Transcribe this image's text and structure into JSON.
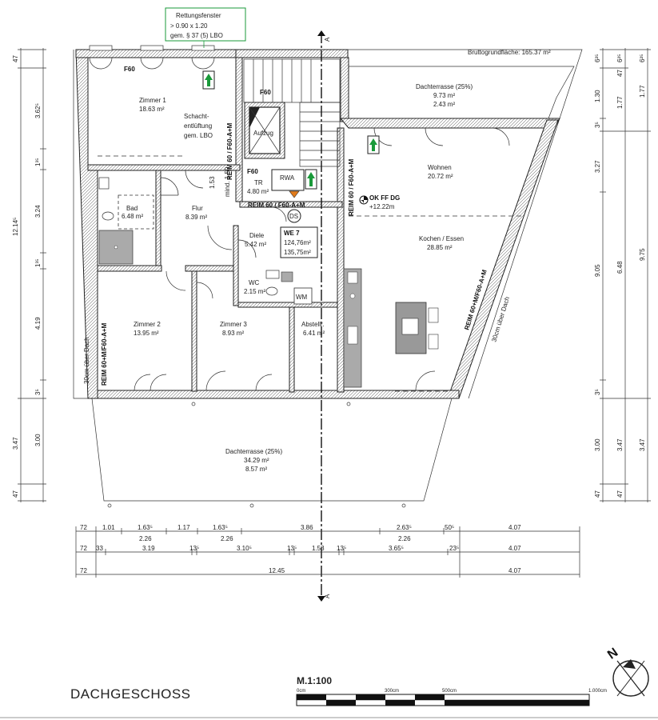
{
  "title": "DACHGESCHOSS",
  "scale": {
    "label": "M.1:100",
    "ticks": [
      "0cm",
      "300cm",
      "500cm",
      "1.000cm"
    ]
  },
  "north": "N",
  "gross_area": "Bruttogrundfläche: 165.37 m²",
  "rescue_window": [
    "Rettungsfenster",
    "> 0.90 x 1.20",
    "gem. § 37 (5) LBO"
  ],
  "unit": {
    "name": "WE 7",
    "area1": "124,76m²",
    "area2": "135,75m²"
  },
  "level": {
    "label": "OK FF DG",
    "value": "+12.22m"
  },
  "section_marker": "A",
  "rooms": [
    {
      "name": "Zimmer 1",
      "area": "18.63 m²"
    },
    {
      "name": "Bad",
      "area": "6.48 m²"
    },
    {
      "name": "Flur",
      "area": "8.39 m²"
    },
    {
      "name": "Diele",
      "area": "5.42 m²"
    },
    {
      "name": "WC",
      "area": "2.15 m²"
    },
    {
      "name": "TR",
      "area": "4.80 m²"
    },
    {
      "name": "Zimmer 2",
      "area": "13.95 m²"
    },
    {
      "name": "Zimmer 3",
      "area": "8.93 m²"
    },
    {
      "name": "Abstellr.",
      "area": "6.41 m²"
    },
    {
      "name": "Wohnen",
      "area": "20.72 m²"
    },
    {
      "name": "Kochen / Essen",
      "area": "28.85 m²"
    }
  ],
  "terraces": [
    {
      "name": "Dachterrasse (25%)",
      "area": "9.73 m²",
      "share": "2.43 m²"
    },
    {
      "name": "Dachterrasse (25%)",
      "area": "34.29 m²",
      "share": "8.57 m²"
    }
  ],
  "labels": {
    "shaft": [
      "Schacht-",
      "entlüftung",
      "gem. LBO"
    ],
    "lift": "Aufzug",
    "rwa": "RWA",
    "ds": "DS",
    "wm": "WM",
    "f60": "F60",
    "mind": "mind. 1.50",
    "w153": "1.53",
    "reim_top": "REIM 60 / F60-A+M",
    "reim_west": "REIM 60+M/F60-A+M",
    "reim_east": "REIM 60+M/F60-A+M",
    "reim_h": "REIM 60 / F60-A+M",
    "reim_mid": "REIM 60 / F60-A+M",
    "roof_w": "30cm über Dach",
    "roof_e": "30cm über Dach"
  },
  "dims_left": {
    "outer": [
      "47",
      "12.14⁵",
      "3.47",
      "47"
    ],
    "inner": [
      "3.62⁵",
      "1³⁵",
      "3.24",
      "1³⁵",
      "4.19",
      "3⁵",
      "3.00"
    ]
  },
  "dims_right": {
    "col1": [
      "6²⁵",
      "1.30",
      "3⁵",
      "3.27",
      "9.05",
      "3⁵",
      "3.00",
      "47"
    ],
    "col2": [
      "6²⁵",
      "47",
      "1.77",
      "6.48",
      "3.47",
      "47"
    ],
    "col3": [
      "6²⁵",
      "1.77",
      "9.75",
      "3.47"
    ]
  },
  "dims_bottom": {
    "row1": [
      "72",
      "1.01",
      "1.63⁵",
      "1.17",
      "1.63⁵",
      "3.86",
      "2.63⁵",
      "50⁵",
      "4.07"
    ],
    "row1b": [
      "2.26",
      "2.26",
      "2.26"
    ],
    "row2": [
      "72",
      "33",
      "3.19",
      "13⁵",
      "3.10⁵",
      "13⁵",
      "1.53",
      "13⁵",
      "3.65⁵",
      "23⁵",
      "4.07"
    ],
    "row3": [
      "72",
      "12.45",
      "4.07"
    ]
  }
}
